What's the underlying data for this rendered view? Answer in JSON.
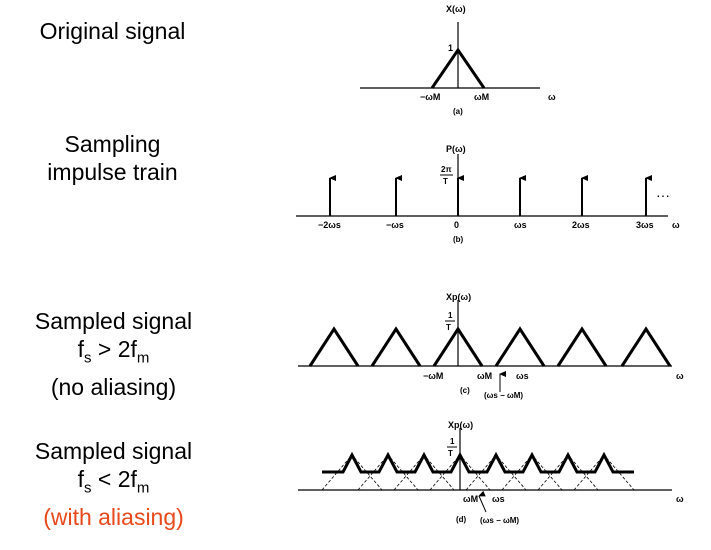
{
  "rows": [
    {
      "id": "a",
      "label_lines": [
        "Original signal"
      ],
      "sub": "(a)",
      "y_axis": "X(ω)",
      "peak": "1",
      "ticks": [
        "−ωM",
        "ωM"
      ],
      "axis": "ω"
    },
    {
      "id": "b",
      "label_lines": [
        "Sampling",
        "impulse train"
      ],
      "sub": "(b)",
      "y_axis": "P(ω)",
      "peak_num": "2π",
      "peak_den": "T",
      "ticks": [
        "−2ωs",
        "−ωs",
        "0",
        "ωs",
        "2ωs",
        "3ωs"
      ],
      "axis": "ω",
      "ellipsis": "···"
    },
    {
      "id": "c",
      "label_lines": [
        "Sampled signal",
        "fs > 2fm",
        "(no aliasing)"
      ],
      "sub": "(c)",
      "y_axis": "Xp(ω)",
      "peak_num": "1",
      "peak_den": "T",
      "ticks": [
        "−ωM",
        "ωM",
        "ωs"
      ],
      "note": "(ωs − ωM)",
      "axis": "ω"
    },
    {
      "id": "d",
      "label_lines": [
        "Sampled signal",
        "fs < 2fm",
        "(with aliasing)"
      ],
      "sub": "(d)",
      "y_axis": "Xp(ω)",
      "peak_num": "1",
      "peak_den": "T",
      "ticks": [
        "ωM",
        "ωs"
      ],
      "note": "(ωs − ωM)",
      "axis": "ω"
    }
  ],
  "colors": {
    "text": "#000000",
    "aliasing": "#e8481a"
  }
}
